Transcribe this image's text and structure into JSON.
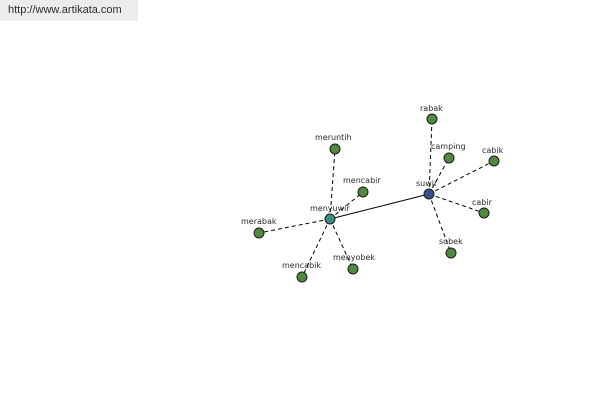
{
  "site": {
    "url": "http://www.artikata.com"
  },
  "graph": {
    "colors": {
      "leaf": "#4f8a3f",
      "hub_primary": "#3d4f8c",
      "hub_secondary": "#3f8e86"
    },
    "nodes": [
      {
        "id": "suwir",
        "label": "suwir",
        "role": "primary-hub"
      },
      {
        "id": "menyuwir",
        "label": "menyuwir",
        "role": "secondary-hub"
      },
      {
        "id": "rabak",
        "label": "rabak",
        "role": "leaf"
      },
      {
        "id": "camping",
        "label": "camping",
        "role": "leaf"
      },
      {
        "id": "cabik",
        "label": "cabik",
        "role": "leaf"
      },
      {
        "id": "cabir",
        "label": "cabir",
        "role": "leaf"
      },
      {
        "id": "sobek",
        "label": "sobek",
        "role": "leaf"
      },
      {
        "id": "meruntih",
        "label": "meruntih",
        "role": "leaf"
      },
      {
        "id": "mencabir",
        "label": "mencabir",
        "role": "leaf"
      },
      {
        "id": "merabak",
        "label": "merabak",
        "role": "leaf"
      },
      {
        "id": "mencabik",
        "label": "mencabik",
        "role": "leaf"
      },
      {
        "id": "menyobek",
        "label": "menyobek",
        "role": "leaf"
      }
    ],
    "edges": [
      {
        "from": "suwir",
        "to": "menyuwir",
        "style": "solid"
      },
      {
        "from": "suwir",
        "to": "rabak",
        "style": "dashed"
      },
      {
        "from": "suwir",
        "to": "camping",
        "style": "dashed"
      },
      {
        "from": "suwir",
        "to": "cabik",
        "style": "dashed"
      },
      {
        "from": "suwir",
        "to": "cabir",
        "style": "dashed"
      },
      {
        "from": "suwir",
        "to": "sobek",
        "style": "dashed"
      },
      {
        "from": "menyuwir",
        "to": "meruntih",
        "style": "dashed"
      },
      {
        "from": "menyuwir",
        "to": "mencabir",
        "style": "dashed"
      },
      {
        "from": "menyuwir",
        "to": "merabak",
        "style": "dashed"
      },
      {
        "from": "menyuwir",
        "to": "mencabik",
        "style": "dashed"
      },
      {
        "from": "menyuwir",
        "to": "menyobek",
        "style": "dashed"
      }
    ]
  }
}
